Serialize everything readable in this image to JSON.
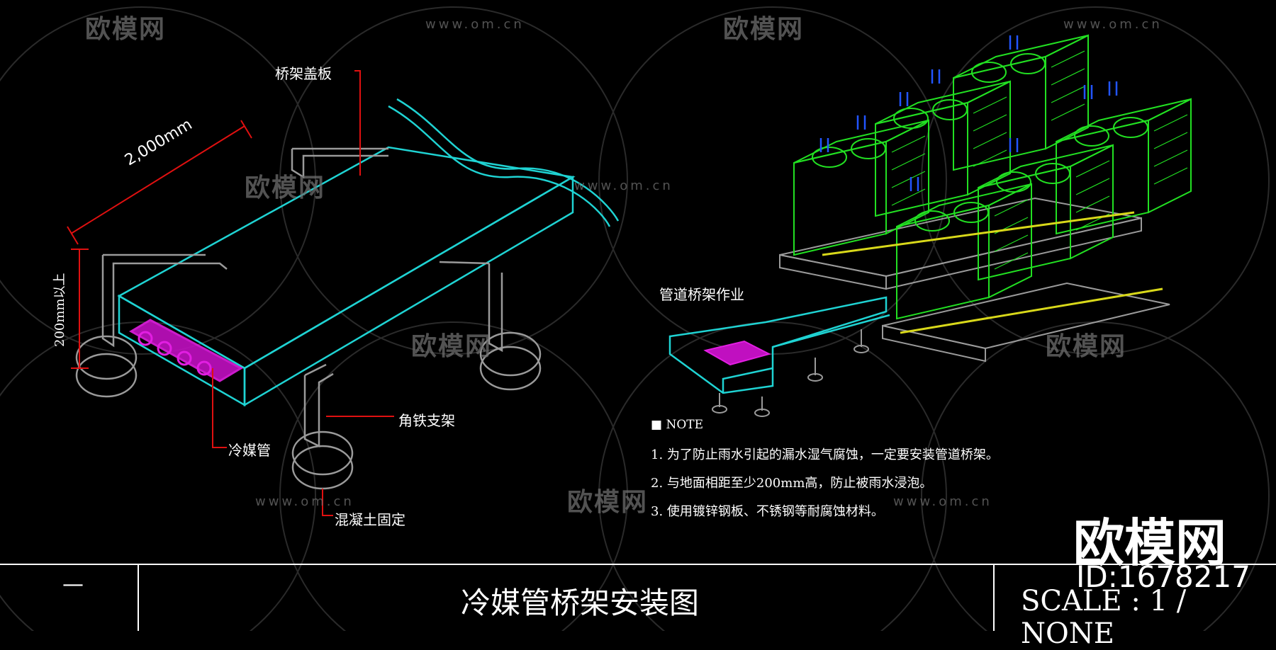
{
  "watermark": {
    "brand": "欧模网",
    "url": "www.om.cn"
  },
  "left_drawing": {
    "top_cover_label": "桥架盖板",
    "length_label": "2,000mm",
    "height_label": "200mm以上",
    "pipe_label": "冷媒管",
    "bracket_label": "角铁支架",
    "concrete_label": "混凝土固定"
  },
  "right_drawing": {
    "tray_label": "管道桥架作业",
    "note_title": "■ NOTE",
    "notes": [
      "1.  为了防止雨水引起的漏水湿气腐蚀，一定要安装管道桥架。",
      "2.  与地面相距至少200mm高，防止被雨水浸泡。",
      "3.  使用镀锌钢板、不锈钢等耐腐蚀材料。"
    ]
  },
  "title_block": {
    "left_cell": "—",
    "title": "冷媒管桥架安装图",
    "scale": "SCALE : 1 / NONE"
  },
  "brand_overlay": {
    "name": "欧模网",
    "id": "ID:1678217"
  },
  "colors": {
    "cyan": "#1fd3d3",
    "green": "#22e022",
    "magenta": "#e21ee2",
    "red": "#e01010",
    "blue": "#2255ff",
    "yellow": "#d8d81a",
    "grey": "#9a9a9a"
  }
}
